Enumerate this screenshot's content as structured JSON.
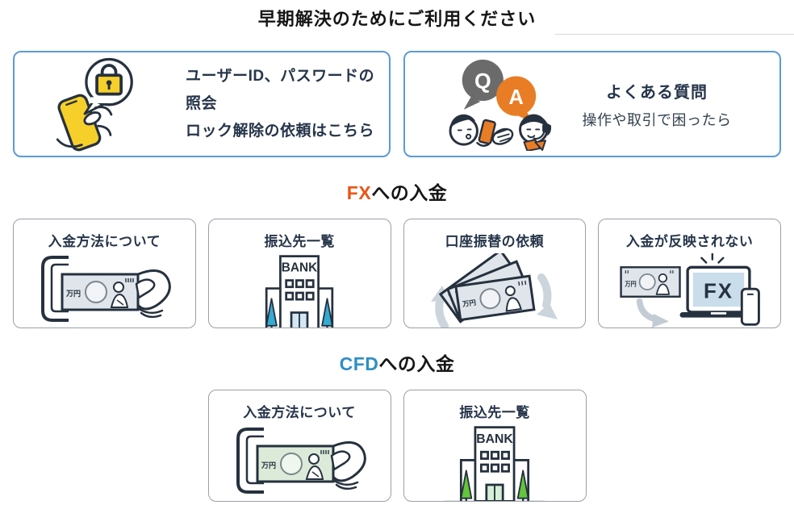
{
  "header": {
    "title": "早期解決のためにご利用ください"
  },
  "quick_links": {
    "id_password": {
      "line1": "ユーザーID、パスワードの照会",
      "line2": "ロック解除の依頼はこちら",
      "icon": "phone-lock-icon"
    },
    "faq": {
      "title": "よくある質問",
      "subtitle": "操作や取引で困ったら",
      "icon": "qa-support-icon"
    }
  },
  "sections": {
    "fx": {
      "accent": "FX",
      "rest": "への入金",
      "accent_color": "#ea5514",
      "cards": [
        {
          "label": "入金方法について",
          "icon": "banknote-insert-icon"
        },
        {
          "label": "振込先一覧",
          "icon": "bank-building-icon"
        },
        {
          "label": "口座振替の依頼",
          "icon": "banknote-transfer-icon"
        },
        {
          "label": "入金が反映されない",
          "icon": "deposit-not-reflected-icon"
        }
      ]
    },
    "cfd": {
      "accent": "CFD",
      "rest": "への入金",
      "accent_color": "#2e8fc5",
      "cards": [
        {
          "label": "入金方法について",
          "icon": "banknote-insert-icon"
        },
        {
          "label": "振込先一覧",
          "icon": "bank-building-icon"
        }
      ]
    }
  },
  "illustrations": {
    "bank_label": "BANK",
    "laptop_label": "FX",
    "banknote_label": "万円",
    "q_label": "Q",
    "a_label": "A"
  },
  "colors": {
    "fx_accent": "#ea5514",
    "cfd_accent": "#2e8fc5",
    "quick_card_border": "#5b9bd8",
    "topic_card_border": "#9aa0a6",
    "text_dark": "#26354a",
    "phone_yellow": "#f7cf2a",
    "bubble_gray": "#6b6b6b",
    "bubble_orange": "#e97d25",
    "banknote_fx": "#dfe5ea",
    "banknote_cfd": "#dcead9",
    "tree_fx": "#35abd3",
    "tree_cfd": "#63c53c",
    "arrow_gray": "#ccd5dc",
    "laptop_screen": "#c9ddeb"
  }
}
